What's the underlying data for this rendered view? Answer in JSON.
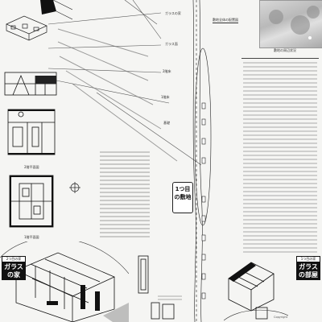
{
  "top_caption": "敷地全体の配置図",
  "photo_caption": "敷地の周辺状況",
  "plan_labels": {
    "second_floor": "2階平面図",
    "first_floor": "1階平面図"
  },
  "callouts": [
    "ガラスの家",
    "ガラス面",
    "2階床",
    "1階床",
    "基礎"
  ],
  "center_marker": {
    "line1": "1つ目",
    "line2": "の敷地"
  },
  "label_left": {
    "top": "2つ目の家",
    "line1": "ガラス",
    "line2": "の家"
  },
  "label_right": {
    "top": "1つ目の家",
    "line1": "ガラス",
    "line2": "の部屋"
  },
  "footer_credit": "Copyright"
}
